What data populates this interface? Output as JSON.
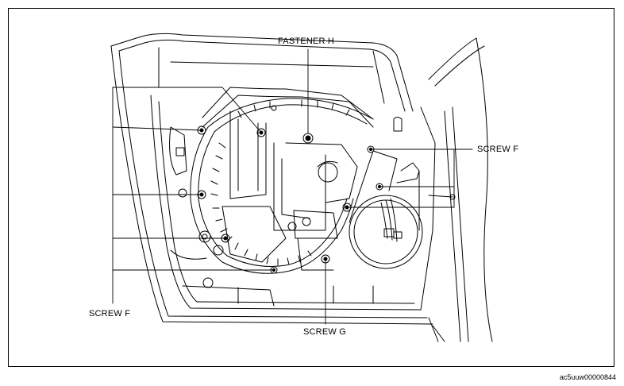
{
  "diagram": {
    "labels": {
      "fastener_h": "FASTENER H",
      "screw_f_right": "SCREW F",
      "screw_f_left": "SCREW F",
      "screw_g": "SCREW G"
    },
    "figure_code": "ac5uuw00000844"
  }
}
